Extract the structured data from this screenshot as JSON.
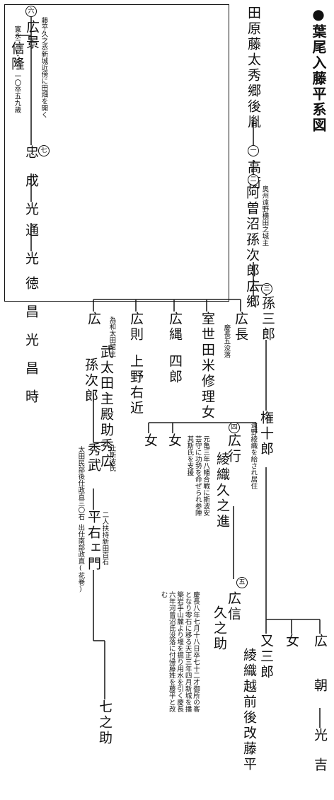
{
  "title": "●葉尾入藤平系図",
  "root": "田原藤太秀郷後胤",
  "gen1": {
    "num": "一",
    "name": "高衡"
  },
  "gen2": {
    "num": "二",
    "note": "奥州遠野横田之城主",
    "name": "阿曽沼孫次郎広郷"
  },
  "gen3": {
    "num": "三",
    "name": "孫三郎"
  },
  "hironaga": {
    "name": "広長",
    "note": "慶長五没落"
  },
  "daughter_murosedo": "室世田米修理女",
  "shiro": "四郎",
  "hironawa": "広縄",
  "kozuke": "上野右近",
  "hironori": "広則",
  "hiro_leftsib": "広",
  "ota_note": "為和太田館主",
  "takeshi_hidehiro": "武太田主殿助秀広",
  "magojiro": "孫次郎",
  "gonjuro": {
    "name": "権十郎",
    "note": "遠野綾織を給され居住"
  },
  "gen4": {
    "num": "四",
    "name": "広行",
    "name2": "綾織久之進",
    "note": "元亀三年八幡合戦に斯波安芸守に功勢を命ぜられ参陣其斯氏を支援"
  },
  "onna1": "女",
  "onna2": "女",
  "matasaburo": {
    "name": "又三郎",
    "name2": "綾織越前後改藤平"
  },
  "onna3": "女",
  "hiro_right": "広",
  "tomo": "朝",
  "mitsu_right": "光",
  "kichi": "吉",
  "gen5": {
    "num": "五",
    "name": "広信",
    "name2": "久之助",
    "note": "慶長八年七月十八日卒七十二才御所の客となり零石に移る天正三年四月新城を播築岩手山麓より堰を掘り用水を引く慶長六年河曾沼氏没落に付帰藤姓を藤平と改む"
  },
  "hidetake": {
    "name": "秀武",
    "note1": "仕斯波氏",
    "note2": "太田民部後仕政直三〇石"
  },
  "heiemon": {
    "name": "平右ェ門",
    "note1": "二人扶持新田百石",
    "note2": "出仕南部政直(花巻)"
  },
  "shichinosuke": "七之助",
  "gen6": {
    "num": "六",
    "note": "藤平久之丞新城近傍に田畑を開く"
  },
  "hirokage": {
    "name": "広景",
    "note": "寛永二〇・六・一〇卒五九歳"
  },
  "nobutaka": "信隆",
  "gen7": {
    "num": "七",
    "name": "忠"
  },
  "chain": [
    "成",
    "光",
    "通",
    "光",
    "徳",
    "昌",
    "光",
    "昌",
    "時"
  ]
}
